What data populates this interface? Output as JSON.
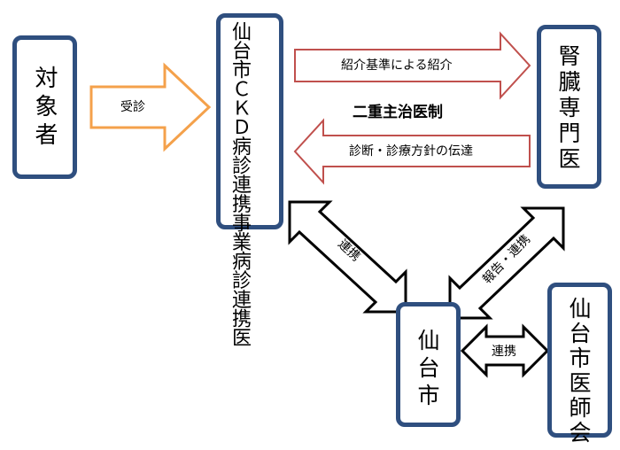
{
  "nodes": {
    "target": "対象者",
    "sendai_ckd": "仙台市ＣＫＤ病診連携事業病診連携医",
    "kidney_specialist": "腎臓専門医",
    "sendai_city": "仙台市",
    "medical_association": "仙台市医師会"
  },
  "arrows": {
    "consult": "受診",
    "referral": "紹介基準による紹介",
    "diagnosis": "診断・診療方針の伝達",
    "link_city_ckd": "連携",
    "report_link": "報告・連携",
    "link_city_assoc": "連携"
  },
  "center_title": "二重主治医制",
  "colors": {
    "box_border": "#2f4f7f",
    "orange": "#f4a14b",
    "red": "#c0504d",
    "black": "#000000"
  }
}
